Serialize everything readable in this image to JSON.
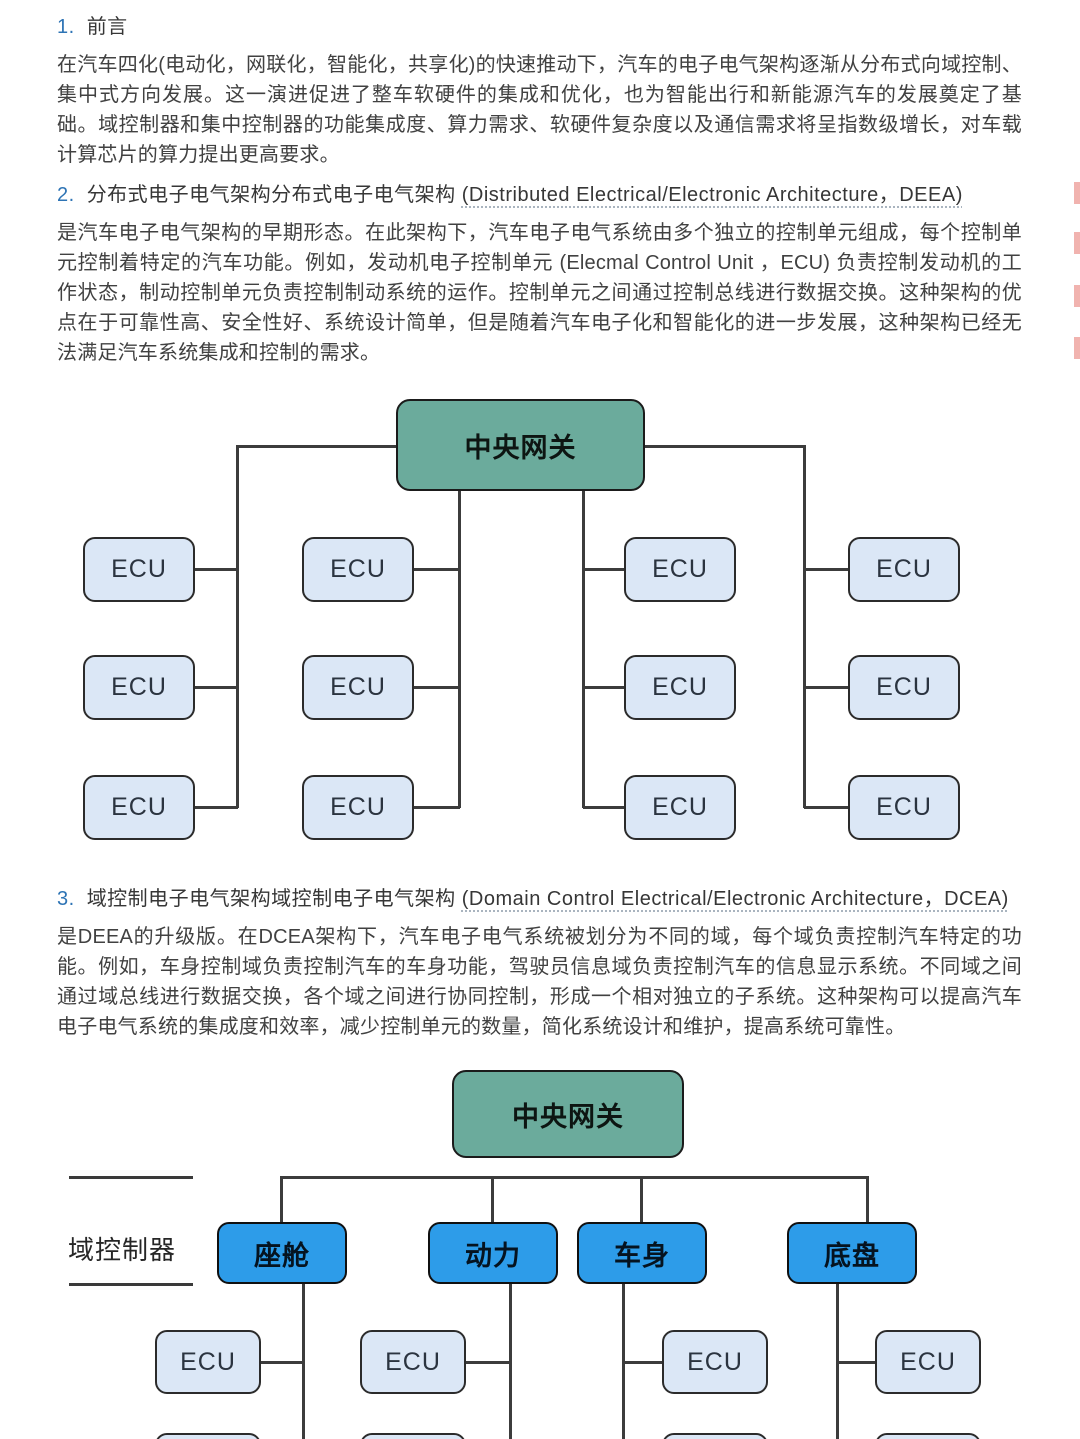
{
  "document": {
    "background": "#ffffff",
    "text_color": "#414141",
    "heading_number_color": "#2E74B5",
    "sections": {
      "s1": {
        "number": "1.",
        "title": "前言",
        "paragraph": "在汽车四化(电动化，网联化，智能化，共享化)的快速推动下，汽车的电子电气架构逐渐从分布式向域控制、集中式方向发展。这一演进促进了整车软硬件的集成和优化，也为智能出行和新能源汽车的发展奠定了基础。域控制器和集中控制器的功能集成度、算力需求、软硬件复杂度以及通信需求将呈指数级增长，对车载计算芯片的算力提出更高要求。"
      },
      "s2": {
        "number": "2.",
        "title_cn": "分布式电子电气架构分布式电子电气架构",
        "title_en": "(Distributed Electrical/Electronic Architecture，DEEA)",
        "paragraph": "是汽车电子电气架构的早期形态。在此架构下，汽车电子电气系统由多个独立的控制单元组成，每个控制单元控制着特定的汽车功能。例如，发动机电子控制单元 (Elecmal Control Unit ，ECU) 负责控制发动机的工作状态，制动控制单元负责控制制动系统的运作。控制单元之间通过控制总线进行数据交换。这种架构的优点在于可靠性高、安全性好、系统设计简单，但是随着汽车电子化和智能化的进一步发展，这种架构已经无法满足汽车系统集成和控制的需求。"
      },
      "s3": {
        "number": "3.",
        "title_cn": "域控制电子电气架构域控制电子电气架构",
        "title_en": "(Domain Control Electrical/Electronic Architecture，DCEA)",
        "paragraph": "是DEEA的升级版。在DCEA架构下，汽车电子电气系统被划分为不同的域，每个域负责控制汽车特定的功能。例如，车身控制域负责控制汽车的车身功能，驾驶员信息域负责控制汽车的信息显示系统。不同域之间通过域总线进行数据交换，各个域之间进行协同控制，形成一个相对独立的子系统。这种架构可以提高汽车电子电气系统的集成度和效率，减少控制单元的数量，简化系统设计和维护，提高系统可靠性。"
      }
    },
    "edge_marks": {
      "color": "#E0564E",
      "count": 4
    }
  },
  "diagram_deea": {
    "type": "topology-diagram",
    "gateway_label": "中央网关",
    "ecu_label": "ECU",
    "columns": 4,
    "ecu_rows_per_column": 3,
    "gateway_fill": "#6BAB9C",
    "ecu_fill": "#DBE7F6",
    "line_color": "#3C3C3C"
  },
  "diagram_dcea": {
    "type": "topology-diagram",
    "gateway_label": "中央网关",
    "side_label": "域控制器",
    "domains": [
      "座舱",
      "动力",
      "车身",
      "底盘"
    ],
    "ecu_label": "ECU",
    "gateway_fill": "#6BAB9C",
    "domain_fill": "#2D9CE9",
    "ecu_fill": "#DBE7F6",
    "line_color": "#3C3C3C"
  }
}
